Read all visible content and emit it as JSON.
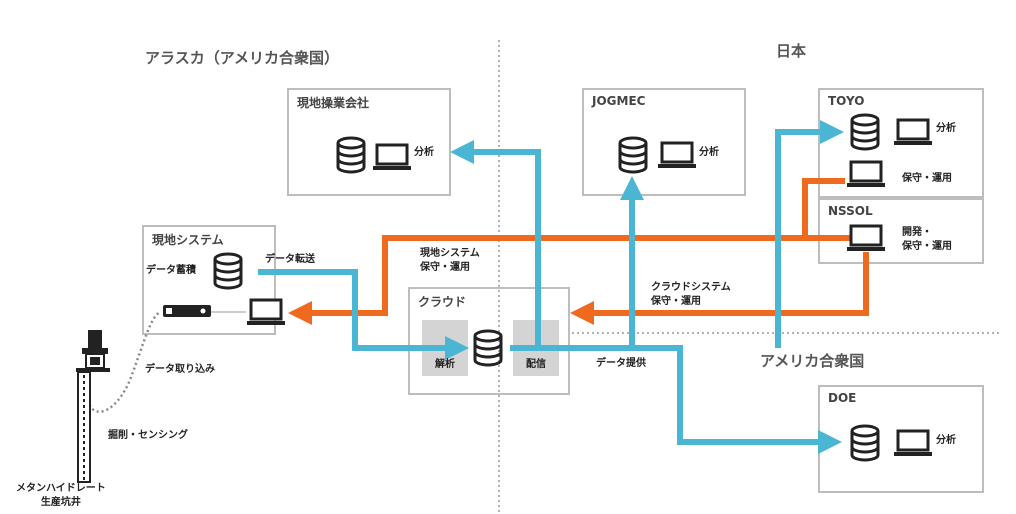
{
  "regions": {
    "alaska": "アラスカ（アメリカ合衆国）",
    "japan": "日本",
    "usa": "アメリカ合衆国"
  },
  "boxes": {
    "local_operator": {
      "title": "現地操業会社",
      "label": "分析"
    },
    "jogmec": {
      "title": "JOGMEC",
      "label": "分析"
    },
    "toyo": {
      "title": "TOYO",
      "label1": "分析",
      "label2": "保守・運用"
    },
    "nssol": {
      "title": "NSSOL",
      "label": "開発・\n保守・運用"
    },
    "local_system": {
      "title": "現地システム",
      "storage_label": "データ蓄積"
    },
    "cloud": {
      "title": "クラウド",
      "analysis": "解析",
      "distribution": "配信"
    },
    "doe": {
      "title": "DOE",
      "label": "分析"
    }
  },
  "flow_labels": {
    "data_transfer": "データ転送",
    "local_maint": "現地システム\n保守・運用",
    "cloud_maint": "クラウドシステム\n保守・運用",
    "data_provide": "データ提供",
    "data_ingest": "データ取り込み",
    "drilling": "掘削・センシング",
    "well": "メタンハイドレート\n生産坑井"
  },
  "colors": {
    "blue": "#4bb6d3",
    "orange": "#ef6a1f",
    "border": "#bdbdbd"
  }
}
